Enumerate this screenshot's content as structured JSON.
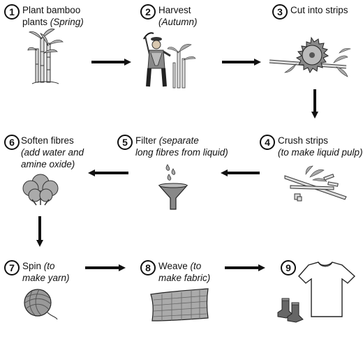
{
  "steps": [
    {
      "num": "1",
      "line1": "Plant bamboo",
      "line2_plain": "plants ",
      "line2_italic": "(Spring)",
      "icon": "bamboo-plants-icon"
    },
    {
      "num": "2",
      "line1": "Harvest",
      "line2_plain": "",
      "line2_italic": "(Autumn)",
      "icon": "harvester-icon"
    },
    {
      "num": "3",
      "line1": "Cut into strips",
      "line2_plain": "",
      "line2_italic": "",
      "icon": "saw-blade-icon"
    },
    {
      "num": "4",
      "line1": "Crush strips",
      "line2_plain": "",
      "line2_italic": "(to make liquid pulp)",
      "icon": "crushed-strips-icon"
    },
    {
      "num": "5",
      "line1_plain": "Filter ",
      "line1_italic": "(separate",
      "line2_italic": "long fibres from liquid)",
      "icon": "filter-funnel-icon"
    },
    {
      "num": "6",
      "line1": "Soften fibres",
      "line2_italic": "(add water and",
      "line3_italic": "amine oxide)",
      "icon": "cotton-fibre-icon"
    },
    {
      "num": "7",
      "line1_plain": "Spin ",
      "line1_italic": "(to",
      "line2_italic": "make yarn)",
      "icon": "yarn-ball-icon"
    },
    {
      "num": "8",
      "line1_plain": "Weave ",
      "line1_italic": "(to",
      "line2_italic": "make fabric)",
      "icon": "woven-fabric-icon"
    },
    {
      "num": "9",
      "icon": "clothing-icon"
    }
  ]
}
